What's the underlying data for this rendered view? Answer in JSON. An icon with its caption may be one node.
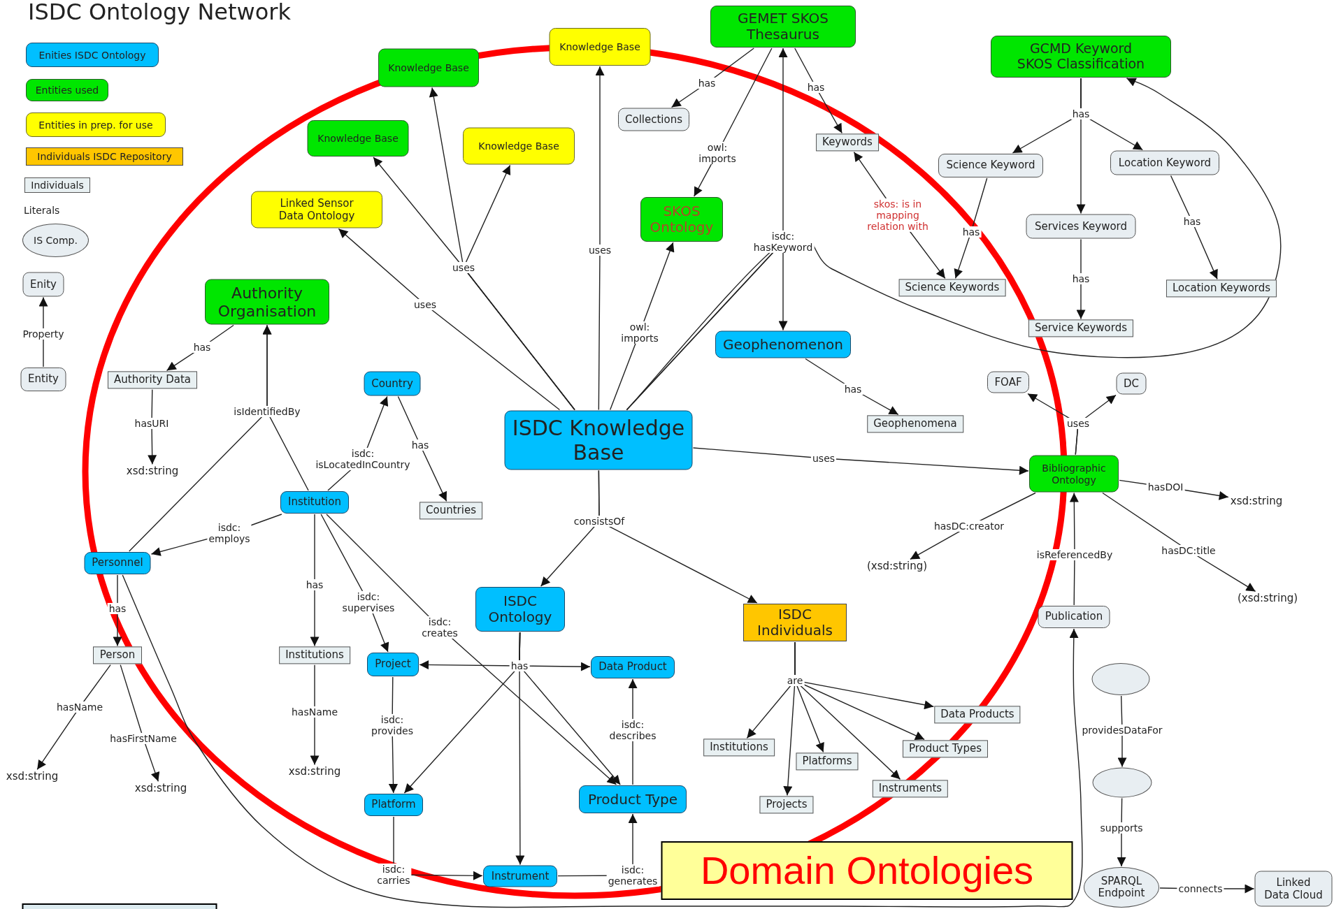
{
  "diagram": {
    "title": "ISDC Ontology Network",
    "nodes": [
      {
        "text": [
          "GEMET SKOS Thesaurus"
        ]
      },
      {
        "text": [
          "Knowledge Base"
        ]
      },
      {
        "text": [
          "Knowledge Base"
        ]
      },
      {
        "text": [
          "GCMD Keyword SKOS Classification"
        ]
      },
      {
        "text": [
          "Collections"
        ]
      },
      {
        "text": [
          "Knowledge Base"
        ]
      },
      {
        "text": [
          "Knowledge Base"
        ]
      },
      {
        "text": [
          "Keywords"
        ]
      },
      {
        "text": [
          "Science Keyword"
        ]
      },
      {
        "text": [
          "Location Keyword"
        ]
      },
      {
        "text": [
          "Linked Sensor Data Ontology"
        ]
      },
      {
        "text": [
          "SKOS Ontology"
        ]
      },
      {
        "text": [
          "Services Keyword"
        ]
      },
      {
        "text": [
          "Science Keywords"
        ]
      },
      {
        "text": [
          "Location Keywords"
        ]
      },
      {
        "text": [
          "Service Keywords"
        ]
      },
      {
        "text": [
          "Authority Organisation"
        ]
      },
      {
        "text": [
          "Geophenomenon"
        ]
      },
      {
        "text": [
          "Enity"
        ]
      },
      {
        "text": [
          "Entity"
        ]
      },
      {
        "text": [
          "Authority Data"
        ]
      },
      {
        "text": [
          "Country"
        ]
      },
      {
        "text": [
          "FOAF"
        ]
      },
      {
        "text": [
          "DC"
        ]
      },
      {
        "text": [
          "ISDC Knowledge Base"
        ]
      },
      {
        "text": [
          "Geophenomena"
        ]
      },
      {
        "text": [
          "Bibliographic Ontology"
        ]
      },
      {
        "text": [
          "Institution"
        ]
      },
      {
        "text": [
          "Countries"
        ]
      },
      {
        "text": [
          "Personnel"
        ]
      },
      {
        "text": [
          "ISDC Ontology"
        ]
      },
      {
        "text": [
          "ISDC Individuals"
        ]
      },
      {
        "text": [
          "Publication"
        ]
      },
      {
        "text": [
          "Person"
        ]
      },
      {
        "text": [
          "Institutions"
        ]
      },
      {
        "text": [
          "Project"
        ]
      },
      {
        "text": [
          "Data Product"
        ]
      },
      {
        "text": [],
        "shape": "ellipse"
      },
      {
        "text": [
          "Data Products"
        ]
      },
      {
        "text": [
          "Institutions"
        ]
      },
      {
        "text": [
          "Product Types"
        ]
      },
      {
        "text": [
          "Platforms"
        ]
      },
      {
        "text": [
          "Instruments"
        ]
      },
      {
        "text": [],
        "shape": "ellipse"
      },
      {
        "text": [
          "Platform"
        ]
      },
      {
        "text": [
          "Product Type"
        ]
      },
      {
        "text": [
          "Projects"
        ]
      },
      {
        "text": [
          "Instrument"
        ]
      },
      {
        "text": [
          "SPARQL Endpoint"
        ]
      },
      {
        "text": [
          "Linked Data Cloud"
        ]
      },
      {
        "text": [
          "Domain Ontologies"
        ]
      },
      {
        "text": [
          "xsd:string"
        ]
      },
      {
        "text": [
          "xsd:string"
        ]
      },
      {
        "text": [
          "xsd:string"
        ]
      },
      {
        "text": [
          "xsd:string"
        ]
      },
      {
        "text": [
          "xsd:string"
        ]
      },
      {
        "text": [
          "(xsd:string)"
        ]
      },
      {
        "text": [
          "(xsd:string)"
        ]
      },
      {
        "text": [],
        "shape": "box"
      }
    ],
    "edges": [
      {
        "from": 0,
        "to": 4,
        "label": "has",
        "arrow": "to"
      },
      {
        "from": 0,
        "to": 7,
        "label": "has",
        "arrow": "to"
      },
      {
        "from": 0,
        "to": 11,
        "label": "owl: imports",
        "arrow": "to"
      },
      {
        "from": 24,
        "to": 0,
        "label": "isdc: hasKeyword",
        "arrow": "to"
      },
      {
        "from": 24,
        "to": 17,
        "arrow": "to"
      },
      {
        "from": 24,
        "to": 3,
        "arrow": "to"
      },
      {
        "from": 24,
        "to": 2,
        "label": "uses",
        "arrow": "to"
      },
      {
        "from": 24,
        "to": 5,
        "arrow": "to"
      },
      {
        "from": 24,
        "to": 6,
        "arrow": "to"
      },
      {
        "from": 24,
        "to": 10,
        "label": "uses",
        "arrow": "to"
      },
      {
        "from": 24,
        "to": 1,
        "label": "uses",
        "arrow": "to"
      },
      {
        "from": 24,
        "to": 11,
        "label": "owl: imports",
        "arrow": "to"
      },
      {
        "from": 13,
        "to": 7,
        "label": "skos: is in mapping relation with",
        "arrow": "both"
      },
      {
        "from": 3,
        "to": 8,
        "label": "has",
        "arrow": "to"
      },
      {
        "from": 3,
        "to": 12,
        "arrow": "to"
      },
      {
        "from": 3,
        "to": 9,
        "arrow": "to"
      },
      {
        "from": 8,
        "to": 13,
        "label": "has",
        "arrow": "to"
      },
      {
        "from": 12,
        "to": 15,
        "label": "has",
        "arrow": "to"
      },
      {
        "from": 9,
        "to": 14,
        "label": "has",
        "arrow": "to"
      },
      {
        "from": 17,
        "to": 25,
        "label": "has",
        "arrow": "to"
      },
      {
        "from": 16,
        "to": 20,
        "label": "has",
        "arrow": "to"
      },
      {
        "from": 20,
        "to": 51,
        "label": "hasURI",
        "arrow": "to"
      },
      {
        "from": 29,
        "to": 16,
        "label": "isIdentifiedBy",
        "arrow": "to"
      },
      {
        "from": 27,
        "to": 16,
        "arrow": "to"
      },
      {
        "from": 27,
        "to": 21,
        "label": "isdc: isLocatedInCountry",
        "arrow": "to"
      },
      {
        "from": 21,
        "to": 28,
        "label": "has",
        "arrow": "to"
      },
      {
        "from": 27,
        "to": 29,
        "label": "isdc: employs",
        "arrow": "to"
      },
      {
        "from": 29,
        "to": 33,
        "label": "has",
        "arrow": "to"
      },
      {
        "from": 29,
        "to": 32,
        "arrow": "to"
      },
      {
        "from": 33,
        "to": 52,
        "label": "hasName",
        "arrow": "to"
      },
      {
        "from": 33,
        "to": 53,
        "label": "hasFirstName",
        "arrow": "to"
      },
      {
        "from": 27,
        "to": 34,
        "label": "has",
        "arrow": "to"
      },
      {
        "from": 34,
        "to": 54,
        "label": "hasName",
        "arrow": "to"
      },
      {
        "from": 27,
        "to": 35,
        "label": "isdc: supervises",
        "arrow": "to"
      },
      {
        "from": 27,
        "to": 45,
        "label": "isdc: creates",
        "arrow": "to"
      },
      {
        "from": 35,
        "to": 44,
        "label": "isdc: provides",
        "arrow": "to"
      },
      {
        "from": 30,
        "to": 35,
        "label": "has",
        "arrow": "to"
      },
      {
        "from": 30,
        "to": 36,
        "arrow": "to"
      },
      {
        "from": 30,
        "to": 44,
        "arrow": "to"
      },
      {
        "from": 30,
        "to": 47,
        "arrow": "to"
      },
      {
        "from": 30,
        "to": 45,
        "arrow": "to"
      },
      {
        "from": 45,
        "to": 36,
        "label": "isdc: describes",
        "arrow": "to"
      },
      {
        "from": 47,
        "to": 45,
        "label": "isdc: generates",
        "arrow": "to"
      },
      {
        "from": 44,
        "to": 47,
        "label": "isdc: carries",
        "arrow": "to"
      },
      {
        "from": 24,
        "to": 30,
        "label": "consistsOf",
        "arrow": "to"
      },
      {
        "from": 24,
        "to": 31,
        "arrow": "to"
      },
      {
        "from": 31,
        "to": 39,
        "label": "are",
        "arrow": "to"
      },
      {
        "from": 31,
        "to": 46,
        "arrow": "to"
      },
      {
        "from": 31,
        "to": 41,
        "arrow": "to"
      },
      {
        "from": 31,
        "to": 42,
        "arrow": "to"
      },
      {
        "from": 31,
        "to": 40,
        "arrow": "to"
      },
      {
        "from": 31,
        "to": 38,
        "arrow": "to"
      },
      {
        "from": 24,
        "to": 26,
        "label": "uses",
        "arrow": "to"
      },
      {
        "from": 26,
        "to": 22,
        "label": "uses",
        "arrow": "to"
      },
      {
        "from": 26,
        "to": 23,
        "arrow": "to"
      },
      {
        "from": 26,
        "to": 55,
        "label": "hasDOI",
        "arrow": "to"
      },
      {
        "from": 26,
        "to": 56,
        "label": "hasDC:creator",
        "arrow": "to"
      },
      {
        "from": 26,
        "to": 57,
        "label": "hasDC:title",
        "arrow": "to"
      },
      {
        "from": 32,
        "to": 26,
        "label": "isReferencedBy",
        "arrow": "to"
      },
      {
        "from": 37,
        "to": 43,
        "label": "providesDataFor",
        "arrow": "to"
      },
      {
        "from": 43,
        "to": 48,
        "label": "supports",
        "arrow": "to"
      },
      {
        "from": 48,
        "to": 49,
        "label": "connects",
        "arrow": "to"
      },
      {
        "from": 19,
        "to": 18,
        "label": "Property",
        "arrow": "to"
      }
    ],
    "legend": [
      {
        "text": "Enities ISDC Ontology",
        "color": "#00bfff"
      },
      {
        "text": "Entities used",
        "color": "#00e600"
      },
      {
        "text": "Entities in prep. for use",
        "color": "#ffff00"
      },
      {
        "text": "Individuals ISDC Repository",
        "color": "#ffc600"
      },
      {
        "text": "Individuals"
      },
      {
        "text": "Literals"
      },
      {
        "text": "IS Comp."
      }
    ]
  }
}
